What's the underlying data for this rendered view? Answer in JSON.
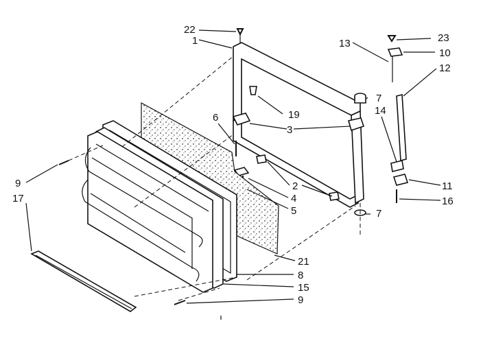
{
  "labels": {
    "l22": "22",
    "l1": "1",
    "l13": "13",
    "l23": "23",
    "l10": "10",
    "l12": "12",
    "l7a": "7",
    "l14": "14",
    "l19": "19",
    "l6": "6",
    "l3": "3",
    "l9a": "9",
    "l17": "17",
    "l2": "2",
    "l4": "4",
    "l5": "5",
    "l7b": "7",
    "l11": "11",
    "l16": "16",
    "l21": "21",
    "l8": "8",
    "l15": "15",
    "l9b": "9"
  }
}
